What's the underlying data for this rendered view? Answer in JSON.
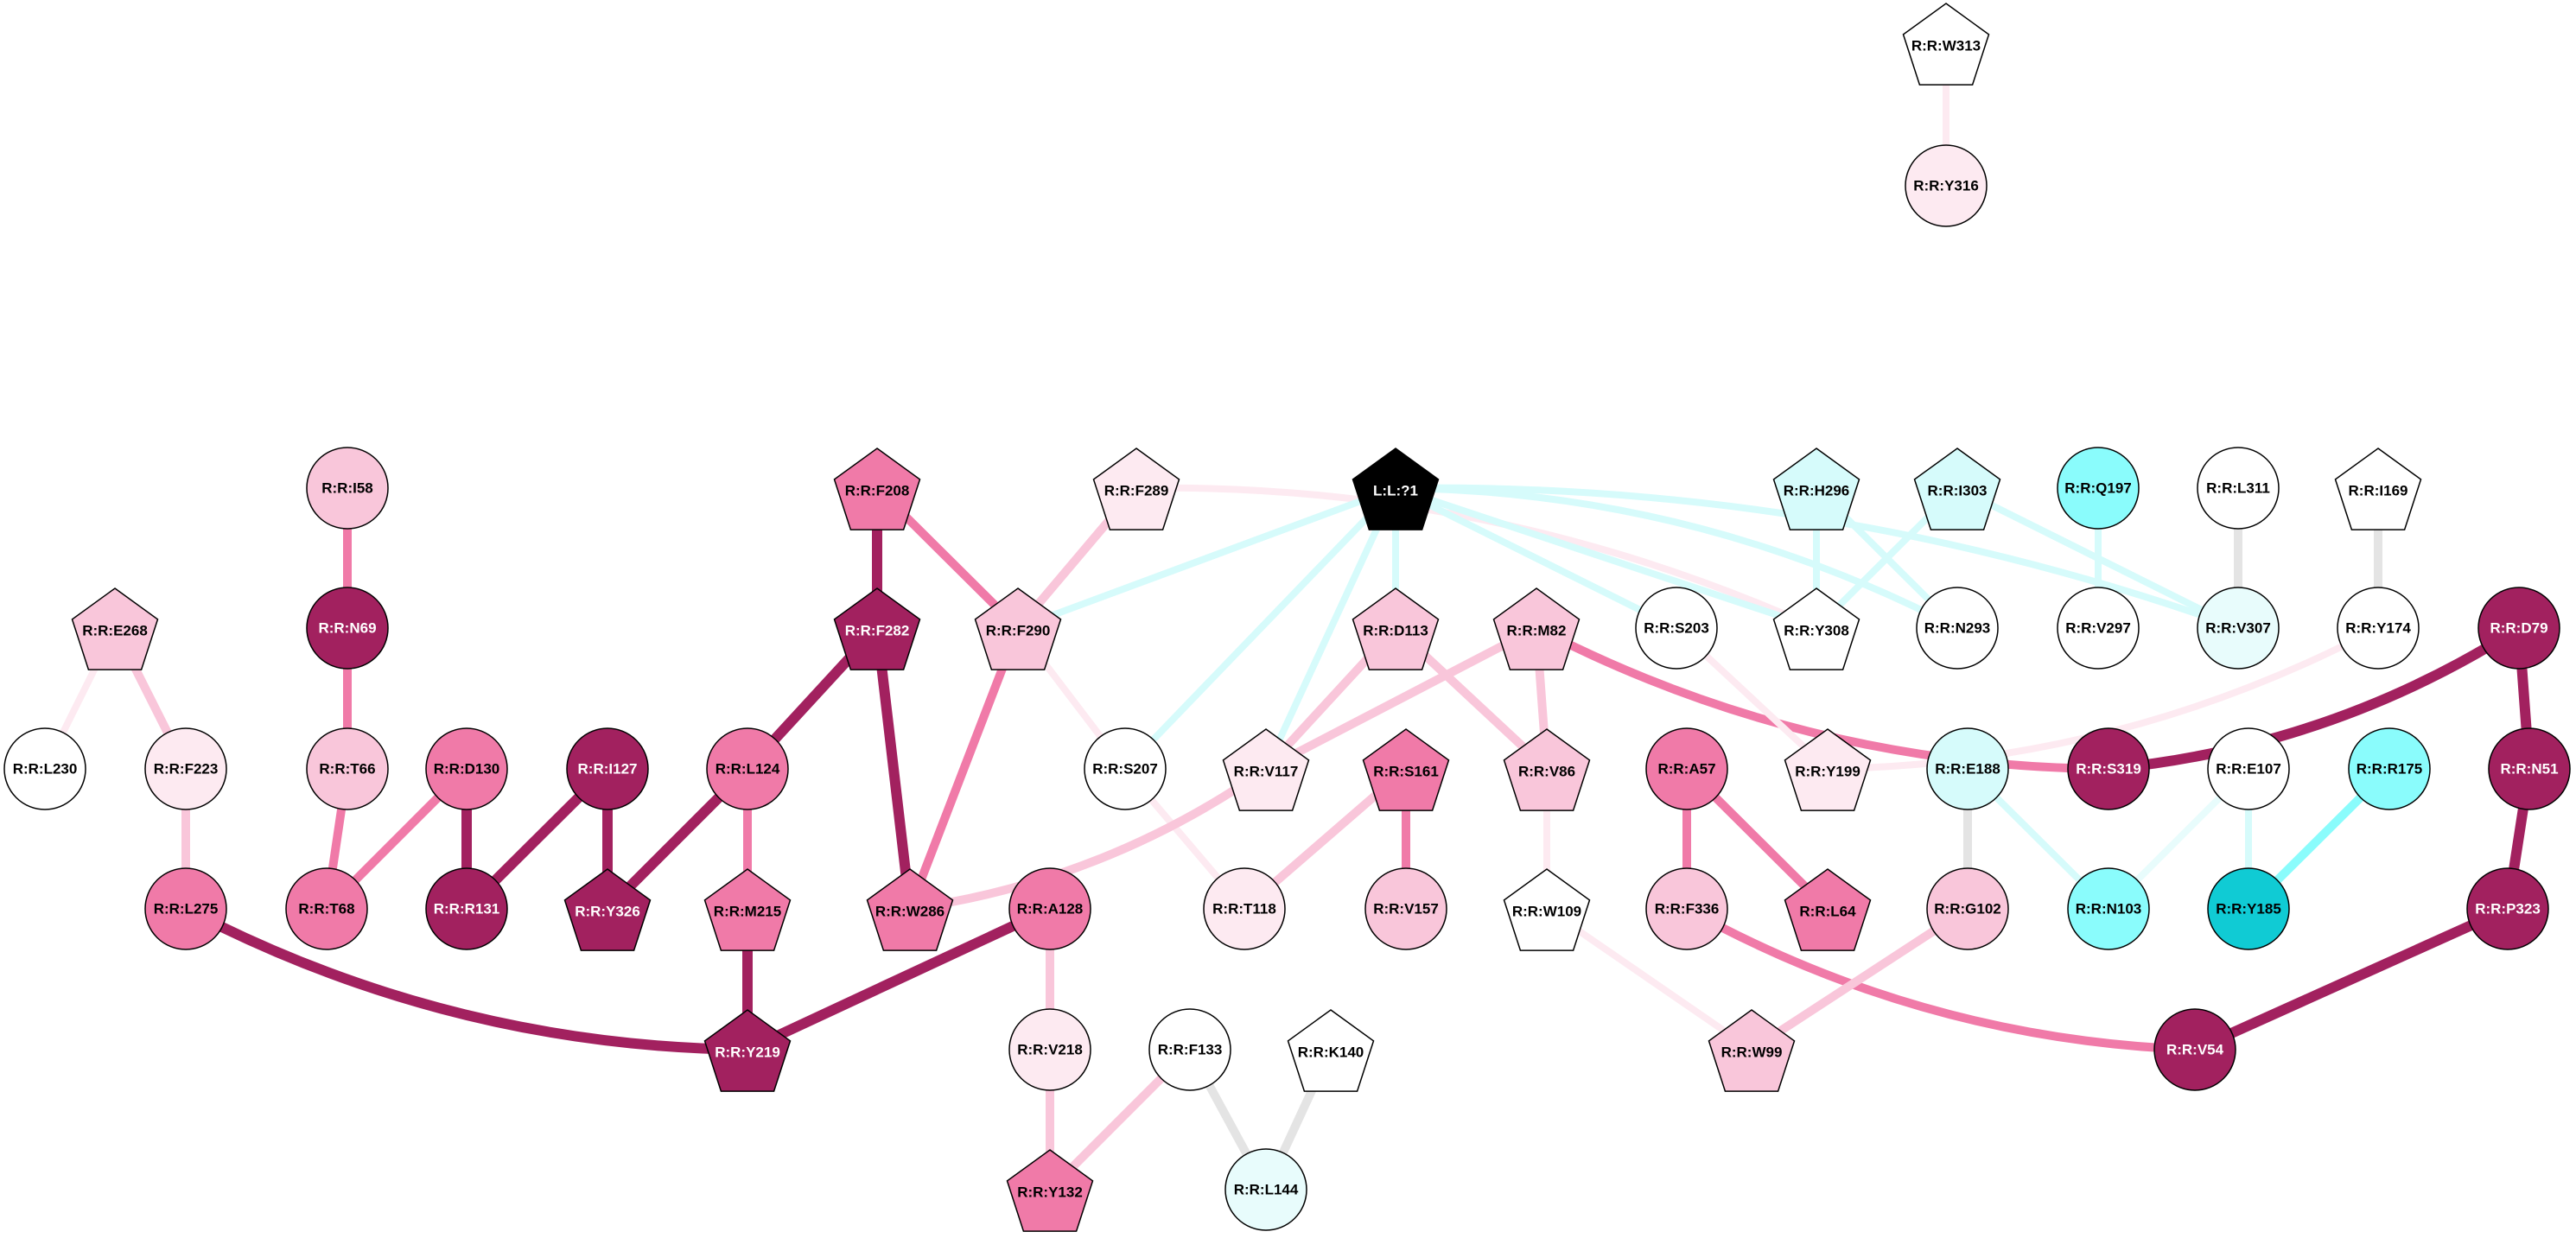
{
  "palette": {
    "white": "#ffffff",
    "pale_pink": "#fdeaf1",
    "light_pink": "#f9c6da",
    "pink": "#f07aa8",
    "dark_magenta": "#a2215f",
    "black": "#000000",
    "pale_cyan": "#e8fcfc",
    "light_cyan": "#d6fbfb",
    "cyan": "#8afcfc",
    "teal": "#10cbd4",
    "edge_grey": "#e4e4e4"
  },
  "nodes": [
    {
      "id": "W313",
      "label": "R:R:W313",
      "shape": "pentagon",
      "fill": "white"
    },
    {
      "id": "Y316",
      "label": "R:R:Y316",
      "shape": "circle",
      "fill": "pale_pink"
    },
    {
      "id": "I58",
      "label": "R:R:I58",
      "shape": "circle",
      "fill": "light_pink"
    },
    {
      "id": "F208",
      "label": "R:R:F208",
      "shape": "pentagon",
      "fill": "pink"
    },
    {
      "id": "F289",
      "label": "R:R:F289",
      "shape": "pentagon",
      "fill": "pale_pink"
    },
    {
      "id": "L71",
      "label": "L:L:?1",
      "shape": "pentagon",
      "fill": "black"
    },
    {
      "id": "H296",
      "label": "R:R:H296",
      "shape": "pentagon",
      "fill": "light_cyan"
    },
    {
      "id": "I303",
      "label": "R:R:I303",
      "shape": "pentagon",
      "fill": "light_cyan"
    },
    {
      "id": "Q197",
      "label": "R:R:Q197",
      "shape": "circle",
      "fill": "cyan"
    },
    {
      "id": "L311",
      "label": "R:R:L311",
      "shape": "circle",
      "fill": "white"
    },
    {
      "id": "I169",
      "label": "R:R:I169",
      "shape": "pentagon",
      "fill": "white"
    },
    {
      "id": "E268",
      "label": "R:R:E268",
      "shape": "pentagon",
      "fill": "light_pink"
    },
    {
      "id": "N69",
      "label": "R:R:N69",
      "shape": "circle",
      "fill": "dark_magenta"
    },
    {
      "id": "F282",
      "label": "R:R:F282",
      "shape": "pentagon",
      "fill": "dark_magenta"
    },
    {
      "id": "F290",
      "label": "R:R:F290",
      "shape": "pentagon",
      "fill": "light_pink"
    },
    {
      "id": "D113",
      "label": "R:R:D113",
      "shape": "pentagon",
      "fill": "light_pink"
    },
    {
      "id": "M82",
      "label": "R:R:M82",
      "shape": "pentagon",
      "fill": "light_pink"
    },
    {
      "id": "S203",
      "label": "R:R:S203",
      "shape": "circle",
      "fill": "white"
    },
    {
      "id": "Y308",
      "label": "R:R:Y308",
      "shape": "pentagon",
      "fill": "white"
    },
    {
      "id": "N293",
      "label": "R:R:N293",
      "shape": "circle",
      "fill": "white"
    },
    {
      "id": "V297",
      "label": "R:R:V297",
      "shape": "circle",
      "fill": "white"
    },
    {
      "id": "V307",
      "label": "R:R:V307",
      "shape": "circle",
      "fill": "pale_cyan"
    },
    {
      "id": "Y174",
      "label": "R:R:Y174",
      "shape": "circle",
      "fill": "white"
    },
    {
      "id": "D79",
      "label": "R:R:D79",
      "shape": "circle",
      "fill": "dark_magenta"
    },
    {
      "id": "L230",
      "label": "R:R:L230",
      "shape": "circle",
      "fill": "white"
    },
    {
      "id": "F223",
      "label": "R:R:F223",
      "shape": "circle",
      "fill": "pale_pink"
    },
    {
      "id": "T66",
      "label": "R:R:T66",
      "shape": "circle",
      "fill": "light_pink"
    },
    {
      "id": "D130",
      "label": "R:R:D130",
      "shape": "circle",
      "fill": "pink"
    },
    {
      "id": "I127",
      "label": "R:R:I127",
      "shape": "circle",
      "fill": "dark_magenta"
    },
    {
      "id": "L124",
      "label": "R:R:L124",
      "shape": "circle",
      "fill": "pink"
    },
    {
      "id": "S207",
      "label": "R:R:S207",
      "shape": "circle",
      "fill": "white"
    },
    {
      "id": "V117",
      "label": "R:R:V117",
      "shape": "pentagon",
      "fill": "pale_pink"
    },
    {
      "id": "S161",
      "label": "R:R:S161",
      "shape": "pentagon",
      "fill": "pink"
    },
    {
      "id": "V86",
      "label": "R:R:V86",
      "shape": "pentagon",
      "fill": "light_pink"
    },
    {
      "id": "A57",
      "label": "R:R:A57",
      "shape": "circle",
      "fill": "pink"
    },
    {
      "id": "Y199",
      "label": "R:R:Y199",
      "shape": "pentagon",
      "fill": "pale_pink"
    },
    {
      "id": "E188",
      "label": "R:R:E188",
      "shape": "circle",
      "fill": "light_cyan"
    },
    {
      "id": "S319",
      "label": "R:R:S319",
      "shape": "circle",
      "fill": "dark_magenta"
    },
    {
      "id": "E107",
      "label": "R:R:E107",
      "shape": "circle",
      "fill": "white"
    },
    {
      "id": "R175",
      "label": "R:R:R175",
      "shape": "circle",
      "fill": "cyan"
    },
    {
      "id": "N51",
      "label": "R:R:N51",
      "shape": "circle",
      "fill": "dark_magenta"
    },
    {
      "id": "L275",
      "label": "R:R:L275",
      "shape": "circle",
      "fill": "pink"
    },
    {
      "id": "T68",
      "label": "R:R:T68",
      "shape": "circle",
      "fill": "pink"
    },
    {
      "id": "R131",
      "label": "R:R:R131",
      "shape": "circle",
      "fill": "dark_magenta"
    },
    {
      "id": "Y326",
      "label": "R:R:Y326",
      "shape": "pentagon",
      "fill": "dark_magenta"
    },
    {
      "id": "M215",
      "label": "R:R:M215",
      "shape": "pentagon",
      "fill": "pink"
    },
    {
      "id": "W286",
      "label": "R:R:W286",
      "shape": "pentagon",
      "fill": "pink"
    },
    {
      "id": "A128",
      "label": "R:R:A128",
      "shape": "circle",
      "fill": "pink"
    },
    {
      "id": "T118",
      "label": "R:R:T118",
      "shape": "circle",
      "fill": "pale_pink"
    },
    {
      "id": "V157",
      "label": "R:R:V157",
      "shape": "circle",
      "fill": "light_pink"
    },
    {
      "id": "W109",
      "label": "R:R:W109",
      "shape": "pentagon",
      "fill": "white"
    },
    {
      "id": "F336",
      "label": "R:R:F336",
      "shape": "circle",
      "fill": "light_pink"
    },
    {
      "id": "L64",
      "label": "R:R:L64",
      "shape": "pentagon",
      "fill": "pink"
    },
    {
      "id": "G102",
      "label": "R:R:G102",
      "shape": "circle",
      "fill": "light_pink"
    },
    {
      "id": "N103",
      "label": "R:R:N103",
      "shape": "circle",
      "fill": "cyan"
    },
    {
      "id": "Y185",
      "label": "R:R:Y185",
      "shape": "circle",
      "fill": "teal"
    },
    {
      "id": "P323",
      "label": "R:R:P323",
      "shape": "circle",
      "fill": "dark_magenta"
    },
    {
      "id": "Y219",
      "label": "R:R:Y219",
      "shape": "pentagon",
      "fill": "dark_magenta"
    },
    {
      "id": "V218",
      "label": "R:R:V218",
      "shape": "circle",
      "fill": "pale_pink"
    },
    {
      "id": "F133",
      "label": "R:R:F133",
      "shape": "circle",
      "fill": "white"
    },
    {
      "id": "K140",
      "label": "R:R:K140",
      "shape": "pentagon",
      "fill": "white"
    },
    {
      "id": "W99",
      "label": "R:R:W99",
      "shape": "pentagon",
      "fill": "light_pink"
    },
    {
      "id": "V54",
      "label": "R:R:V54",
      "shape": "circle",
      "fill": "dark_magenta"
    },
    {
      "id": "Y132",
      "label": "R:R:Y132",
      "shape": "pentagon",
      "fill": "pink"
    },
    {
      "id": "L144",
      "label": "R:R:L144",
      "shape": "circle",
      "fill": "pale_cyan"
    }
  ],
  "edges": [
    {
      "from": "W313",
      "to": "Y316",
      "color": "pale_pink",
      "weight": "light"
    },
    {
      "from": "I58",
      "to": "N69",
      "color": "pink",
      "weight": "medium"
    },
    {
      "from": "N69",
      "to": "T66",
      "color": "pink",
      "weight": "medium"
    },
    {
      "from": "T66",
      "to": "T68",
      "color": "pink",
      "weight": "medium"
    },
    {
      "from": "D130",
      "to": "T68",
      "color": "pink",
      "weight": "medium"
    },
    {
      "from": "D130",
      "to": "R131",
      "color": "dark_magenta",
      "weight": "heavy"
    },
    {
      "from": "I127",
      "to": "R131",
      "color": "dark_magenta",
      "weight": "heavy"
    },
    {
      "from": "I127",
      "to": "Y326",
      "color": "dark_magenta",
      "weight": "heavy"
    },
    {
      "from": "E268",
      "to": "L230",
      "color": "pale_pink",
      "weight": "light"
    },
    {
      "from": "E268",
      "to": "F223",
      "color": "light_pink",
      "weight": "medium"
    },
    {
      "from": "F223",
      "to": "L275",
      "color": "light_pink",
      "weight": "medium"
    },
    {
      "from": "L275",
      "to": "Y219",
      "color": "dark_magenta",
      "weight": "heavy",
      "curve": "left"
    },
    {
      "from": "F208",
      "to": "F282",
      "color": "dark_magenta",
      "weight": "heavy"
    },
    {
      "from": "F208",
      "to": "F290",
      "color": "pink",
      "weight": "medium"
    },
    {
      "from": "F282",
      "to": "L124",
      "color": "dark_magenta",
      "weight": "heavy"
    },
    {
      "from": "F282",
      "to": "W286",
      "color": "dark_magenta",
      "weight": "heavy"
    },
    {
      "from": "L124",
      "to": "Y326",
      "color": "dark_magenta",
      "weight": "heavy"
    },
    {
      "from": "L124",
      "to": "M215",
      "color": "pink",
      "weight": "medium"
    },
    {
      "from": "M215",
      "to": "Y219",
      "color": "dark_magenta",
      "weight": "heavy"
    },
    {
      "from": "A128",
      "to": "Y219",
      "color": "dark_magenta",
      "weight": "heavy"
    },
    {
      "from": "A128",
      "to": "V218",
      "color": "light_pink",
      "weight": "medium"
    },
    {
      "from": "V218",
      "to": "Y132",
      "color": "light_pink",
      "weight": "medium"
    },
    {
      "from": "F133",
      "to": "Y132",
      "color": "light_pink",
      "weight": "medium"
    },
    {
      "from": "F133",
      "to": "L144",
      "color": "edge_grey",
      "weight": "medium"
    },
    {
      "from": "K140",
      "to": "L144",
      "color": "edge_grey",
      "weight": "medium"
    },
    {
      "from": "F289",
      "to": "F290",
      "color": "light_pink",
      "weight": "medium"
    },
    {
      "from": "F289",
      "to": "Y308",
      "color": "pale_pink",
      "weight": "light",
      "curve": "up"
    },
    {
      "from": "F290",
      "to": "W286",
      "color": "pink",
      "weight": "medium"
    },
    {
      "from": "F290",
      "to": "S207",
      "color": "pale_pink",
      "weight": "light"
    },
    {
      "from": "S207",
      "to": "T118",
      "color": "pale_pink",
      "weight": "light"
    },
    {
      "from": "L71",
      "to": "F290",
      "color": "light_cyan",
      "weight": "light"
    },
    {
      "from": "L71",
      "to": "D113",
      "color": "light_cyan",
      "weight": "light"
    },
    {
      "from": "L71",
      "to": "V117",
      "color": "light_cyan",
      "weight": "light"
    },
    {
      "from": "L71",
      "to": "S207",
      "color": "light_cyan",
      "weight": "light"
    },
    {
      "from": "L71",
      "to": "S203",
      "color": "light_cyan",
      "weight": "light"
    },
    {
      "from": "L71",
      "to": "Y308",
      "color": "light_cyan",
      "weight": "light"
    },
    {
      "from": "L71",
      "to": "N293",
      "color": "light_cyan",
      "weight": "light",
      "curve": "up"
    },
    {
      "from": "L71",
      "to": "V307",
      "color": "light_cyan",
      "weight": "light",
      "curve": "up"
    },
    {
      "from": "D113",
      "to": "V117",
      "color": "light_pink",
      "weight": "medium"
    },
    {
      "from": "D113",
      "to": "V86",
      "color": "light_pink",
      "weight": "medium"
    },
    {
      "from": "M82",
      "to": "V117",
      "color": "light_pink",
      "weight": "medium"
    },
    {
      "from": "M82",
      "to": "V86",
      "color": "light_pink",
      "weight": "medium"
    },
    {
      "from": "M82",
      "to": "S319",
      "color": "pink",
      "weight": "medium",
      "curve": "down"
    },
    {
      "from": "V117",
      "to": "W286",
      "color": "light_pink",
      "weight": "medium",
      "curve": "down"
    },
    {
      "from": "S161",
      "to": "T118",
      "color": "light_pink",
      "weight": "medium"
    },
    {
      "from": "S161",
      "to": "V157",
      "color": "pink",
      "weight": "medium"
    },
    {
      "from": "V86",
      "to": "W109",
      "color": "pale_pink",
      "weight": "light"
    },
    {
      "from": "W109",
      "to": "W99",
      "color": "pale_pink",
      "weight": "light"
    },
    {
      "from": "S203",
      "to": "Y199",
      "color": "pale_pink",
      "weight": "light"
    },
    {
      "from": "H296",
      "to": "Y308",
      "color": "light_cyan",
      "weight": "light"
    },
    {
      "from": "H296",
      "to": "N293",
      "color": "light_cyan",
      "weight": "light"
    },
    {
      "from": "I303",
      "to": "Y308",
      "color": "light_cyan",
      "weight": "light"
    },
    {
      "from": "I303",
      "to": "V307",
      "color": "light_cyan",
      "weight": "light"
    },
    {
      "from": "Q197",
      "to": "V297",
      "color": "light_cyan",
      "weight": "light"
    },
    {
      "from": "L311",
      "to": "V307",
      "color": "edge_grey",
      "weight": "medium"
    },
    {
      "from": "I169",
      "to": "Y174",
      "color": "edge_grey",
      "weight": "medium"
    },
    {
      "from": "Y174",
      "to": "Y199",
      "color": "pale_pink",
      "weight": "light",
      "curve": "down"
    },
    {
      "from": "A57",
      "to": "F336",
      "color": "pink",
      "weight": "medium"
    },
    {
      "from": "A57",
      "to": "L64",
      "color": "pink",
      "weight": "medium"
    },
    {
      "from": "F336",
      "to": "V54",
      "color": "pink",
      "weight": "medium",
      "curve": "down"
    },
    {
      "from": "E188",
      "to": "G102",
      "color": "edge_grey",
      "weight": "medium"
    },
    {
      "from": "E188",
      "to": "N103",
      "color": "light_cyan",
      "weight": "light"
    },
    {
      "from": "G102",
      "to": "W99",
      "color": "light_pink",
      "weight": "medium"
    },
    {
      "from": "E107",
      "to": "N103",
      "color": "pale_cyan",
      "weight": "light"
    },
    {
      "from": "E107",
      "to": "Y185",
      "color": "light_cyan",
      "weight": "light"
    },
    {
      "from": "R175",
      "to": "Y185",
      "color": "cyan",
      "weight": "medium"
    },
    {
      "from": "D79",
      "to": "S319",
      "color": "dark_magenta",
      "weight": "heavy",
      "curve": "down"
    },
    {
      "from": "D79",
      "to": "N51",
      "color": "dark_magenta",
      "weight": "heavy"
    },
    {
      "from": "N51",
      "to": "P323",
      "color": "dark_magenta",
      "weight": "heavy"
    },
    {
      "from": "P323",
      "to": "V54",
      "color": "dark_magenta",
      "weight": "heavy"
    }
  ]
}
